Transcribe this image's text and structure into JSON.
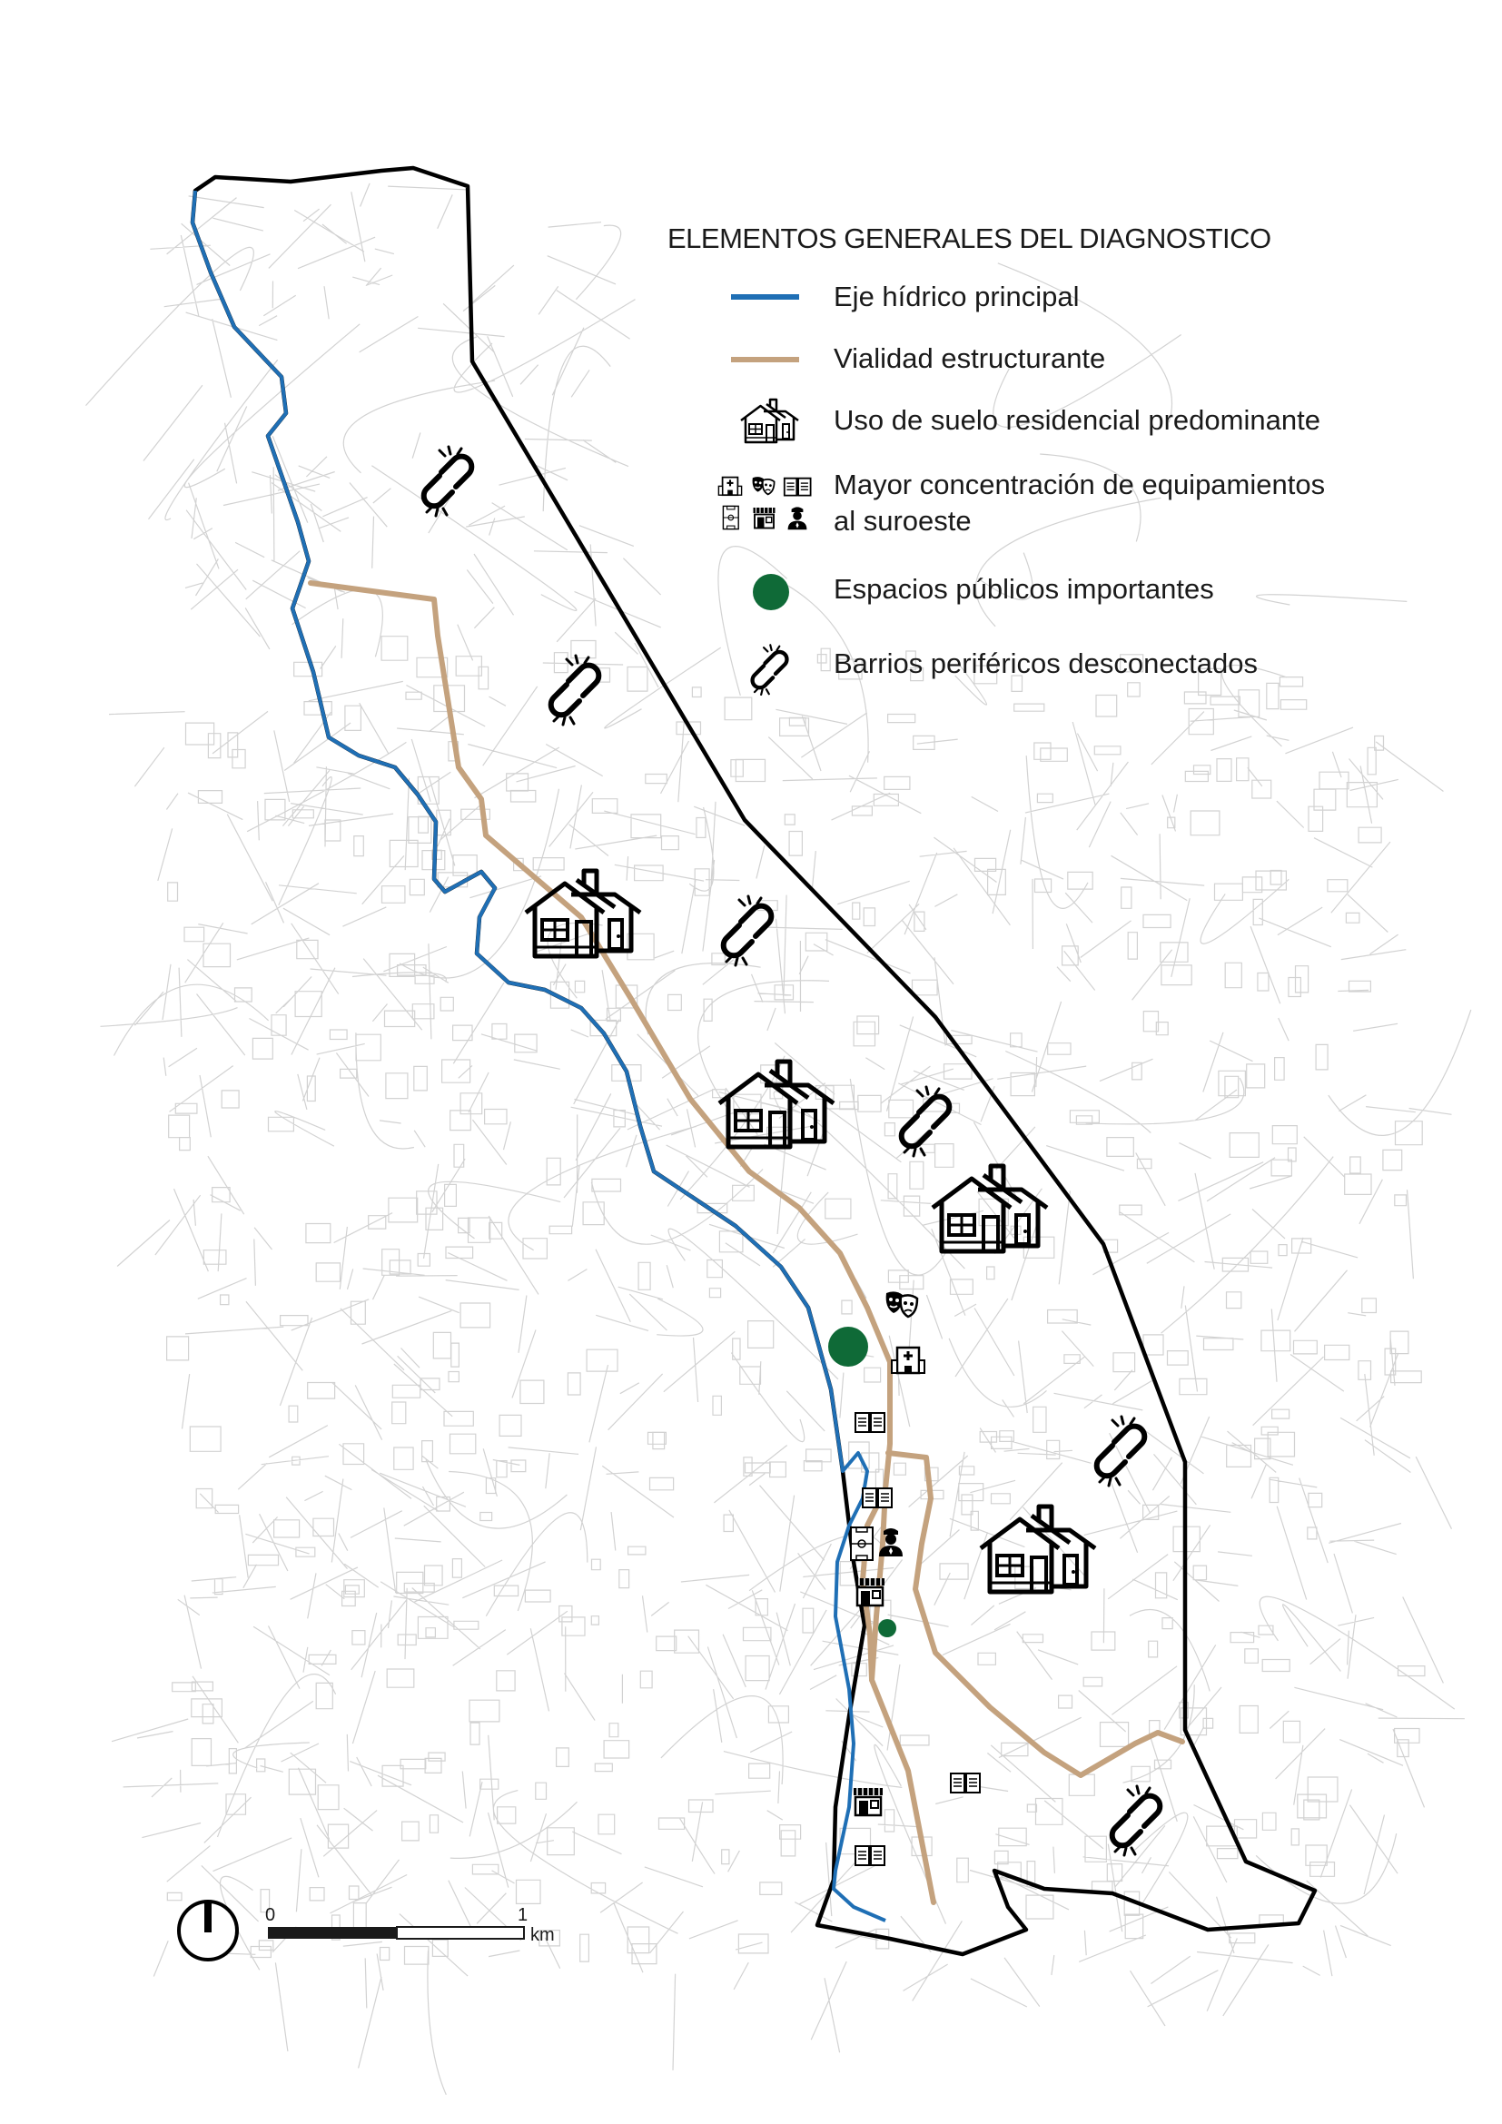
{
  "legend": {
    "title": "ELEMENTOS GENERALES DEL DIAGNOSTICO",
    "items": [
      {
        "label": "Eje hídrico principal",
        "line2": "",
        "icon": "river-line",
        "color": "#1f6fb5"
      },
      {
        "label": "Vialidad estructurante",
        "line2": "",
        "icon": "road-line",
        "color": "#c4a27e"
      },
      {
        "label": "Uso de suelo residencial predominante",
        "line2": "",
        "icon": "houses-icon",
        "color": "#000000"
      },
      {
        "label": "Mayor concentración de equipamientos",
        "line2": "al suroeste",
        "icon": "facilities-icon",
        "color": "#000000"
      },
      {
        "label": "Espacios públicos importantes",
        "line2": "",
        "icon": "green-dot-icon",
        "color": "#0f6a37"
      },
      {
        "label": "Barrios periféricos desconectados",
        "line2": "",
        "icon": "broken-link-icon",
        "color": "#000000"
      }
    ]
  },
  "scale_bar": {
    "start_label": "0",
    "end_label": "1",
    "unit": "km"
  },
  "north_arrow": {
    "icon": "north-arrow-icon"
  },
  "colors": {
    "boundary": "#000000",
    "river": "#1f6fb5",
    "road": "#c4a27e",
    "public_space": "#0f6a37",
    "streets": "#d2d2d2"
  }
}
